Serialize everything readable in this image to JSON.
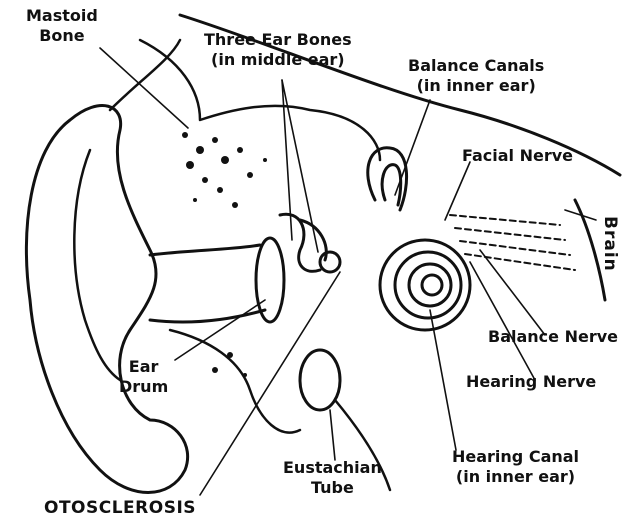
{
  "labels": {
    "mastoid_bone": [
      "Mastoid",
      "Bone"
    ],
    "three_ear_bones": [
      "Three Ear Bones",
      "(in middle ear)"
    ],
    "balance_canals": [
      "Balance Canals",
      "(in inner ear)"
    ],
    "facial_nerve": "Facial Nerve",
    "brain": "Brain",
    "balance_nerve": "Balance Nerve",
    "hearing_nerve": "Hearing Nerve",
    "hearing_canal": [
      "Hearing Canal",
      "(in inner ear)"
    ],
    "eustachian_tube": [
      "Eustachian",
      "Tube"
    ],
    "ear_drum": [
      "Ear",
      "Drum"
    ]
  },
  "caption": "OTOSCLEROSIS"
}
